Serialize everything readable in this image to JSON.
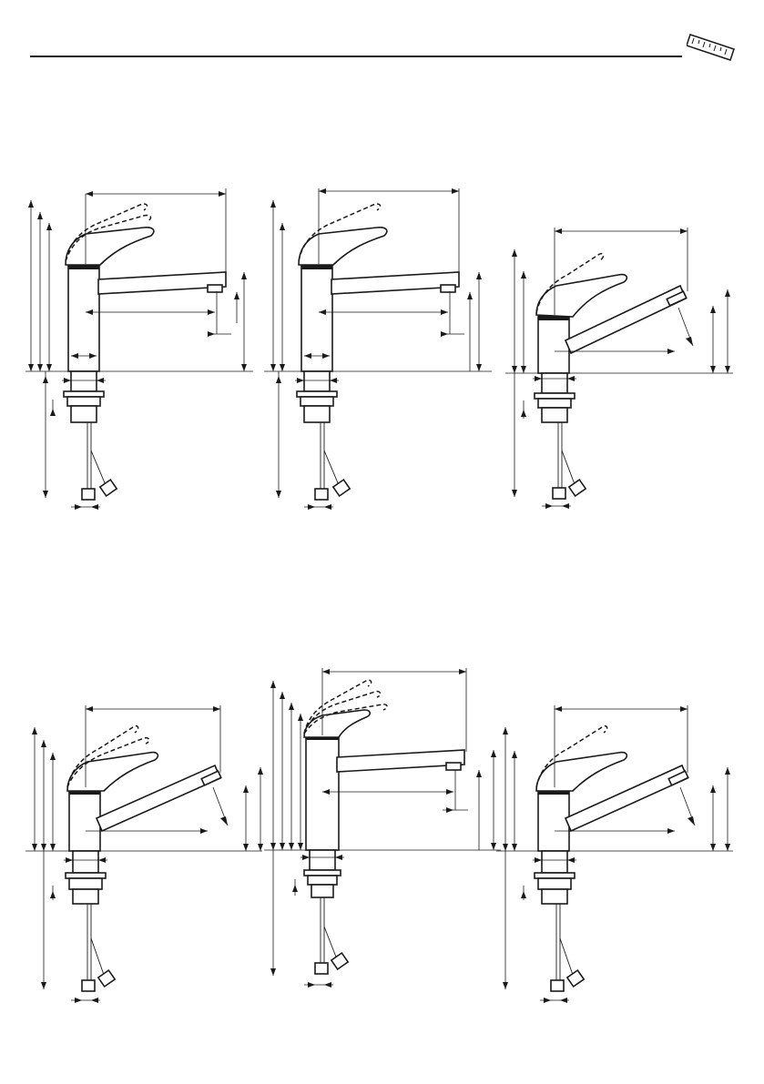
{
  "page": {
    "header_rule": "horizontal-rule",
    "header_icon": "ruler-icon"
  },
  "figures": [
    {
      "id": "fig-1",
      "variant": "standard-spout-fixed",
      "levers": 3
    },
    {
      "id": "fig-2",
      "variant": "standard-spout-fixed",
      "levers": 2
    },
    {
      "id": "fig-3",
      "variant": "angled-spout",
      "levers": 2
    },
    {
      "id": "fig-4",
      "variant": "angled-spout",
      "levers": 3
    },
    {
      "id": "fig-5",
      "variant": "tall-body-spout-fixed",
      "levers": 4
    },
    {
      "id": "fig-6",
      "variant": "angled-spout",
      "levers": 2
    }
  ]
}
